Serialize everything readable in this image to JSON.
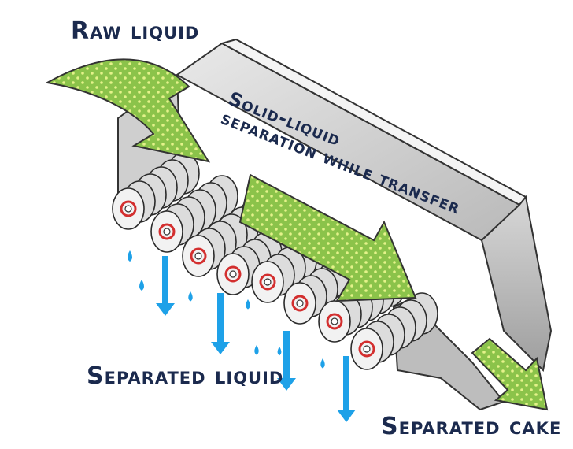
{
  "labels": {
    "raw_liquid": "Raw liquid",
    "separation_line1": "Solid-liquid",
    "separation_line2": "separation while transfer",
    "separated_liquid": "Separated liquid",
    "separated_cake": "Separated cake"
  },
  "colors": {
    "arrow_fill": "#8bc34a",
    "arrow_dots": "#e4f28a",
    "drop": "#1ea1e8",
    "roller_mark": "#d32f2f",
    "text": "#1b2a4e",
    "housing": "#c9c9c9"
  }
}
